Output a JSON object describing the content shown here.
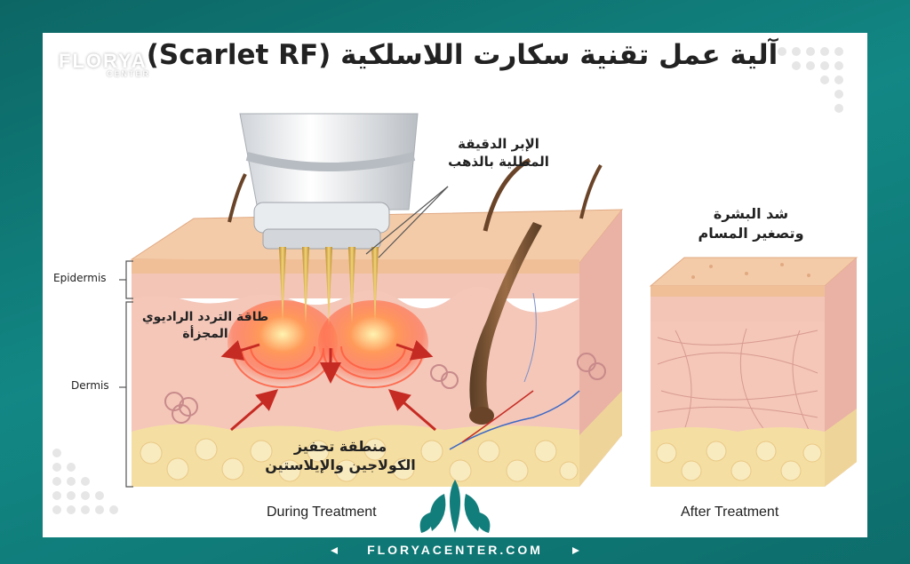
{
  "header": {
    "title": "آلية عمل تقنية سكارت اللاسلكية (Scarlet RF)",
    "brand_line1": "FLORYA",
    "brand_line2": "CENTER"
  },
  "labels": {
    "epidermis": "Epidermis",
    "dermis": "Dermis",
    "needles_line1": "الإبر الدقيقة",
    "needles_line2": "المطلية بالذهب",
    "rf_energy_line1": "طاقة التردد الراديوي",
    "rf_energy_line2": "المجزأة",
    "collagen_line1": "منطقة تحفيز",
    "collagen_line2": "الكولاجين والإيلاستين",
    "tightening_line1": "شد البشرة",
    "tightening_line2": "وتصغير المسام",
    "during": "During Treatment",
    "after": "After Treatment"
  },
  "footer": {
    "website": "FLORYACENTER.COM"
  },
  "colors": {
    "frame": "#127e7c",
    "skin_top": "#f3c9a6",
    "dermis": "#f3c2b5",
    "fat": "#f4dfa3",
    "heat": "#ff5a3c",
    "arrow": "#c62b23",
    "needle": "#d9b24f"
  }
}
